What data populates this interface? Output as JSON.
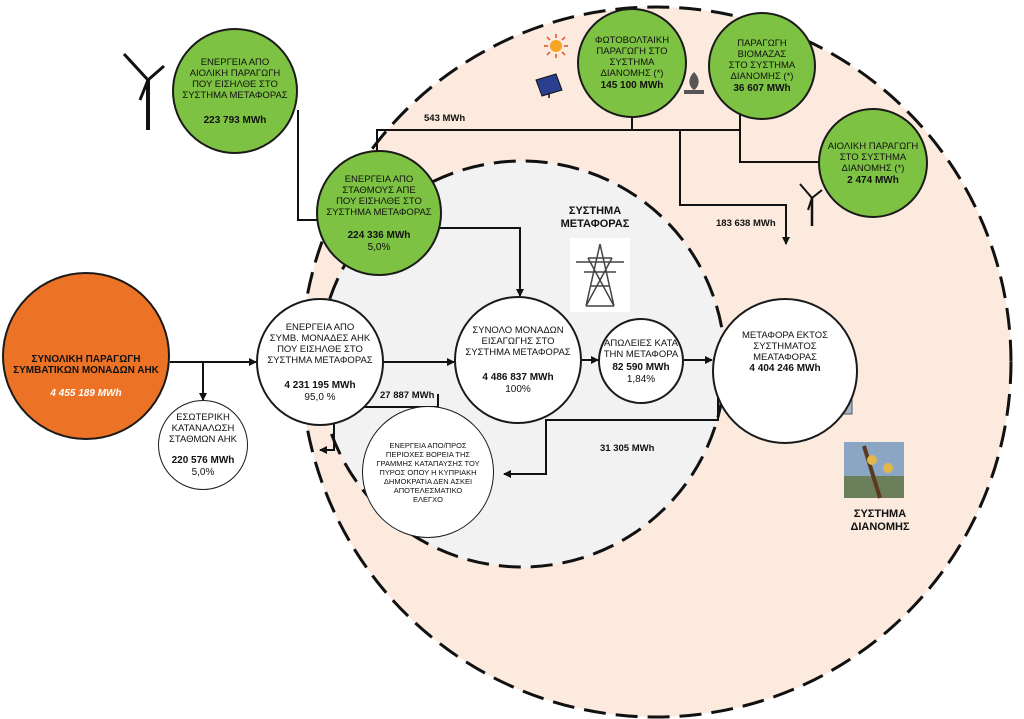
{
  "regions": {
    "transmission": [
      "ΣΥΣΤΗΜΑ",
      "ΜΕΤΑΦΟΡΑΣ"
    ],
    "distribution": [
      "ΣΥΣΤΗΜΑ",
      "ΔΙΑΝΟΜΗΣ"
    ]
  },
  "nodes": {
    "wind_transmission": {
      "lines": [
        "ΕΝΕΡΓΕΙΑ ΑΠΟ",
        "ΑΙΟΛΙΚΗ ΠΑΡΑΓΩΓΗ",
        "ΠΟΥ ΕΙΣΗΛΘΕ ΣΤΟ",
        "ΣΥΣΤΗΜΑ ΜΕΤΑΦΟΡΑΣ"
      ],
      "value": "223 793 MWh"
    },
    "stations_transmission": {
      "lines": [
        "ΕΝΕΡΓΕΙΑ ΑΠΟ",
        "ΣΤΑΘΜΟΥΣ ΑΠΕ",
        "ΠΟΥ ΕΙΣΗΛΘΕ ΣΤΟ",
        "ΣΥΣΤΗΜΑ ΜΕΤΑΦΟΡΑΣ"
      ],
      "value": "224 336 MWh",
      "percent": "5,0%"
    },
    "pv_distribution": {
      "lines": [
        "ΦΩΤΟΒΟΛΤΑΙΚΗ",
        "ΠΑΡΑΓΩΓΗ ΣΤΟ",
        "ΣΥΣΤΗΜΑ",
        "ΔΙΑΝΟΜΗΣ (*)"
      ],
      "value": "145 100 MWh"
    },
    "biomass_distribution": {
      "lines": [
        "ΠΑΡΑΓΩΓΗ",
        "ΒΙΟΜΑΖΑΣ",
        "ΣΤΟ ΣΥΣΤΗΜΑ",
        "ΔΙΑΝΟΜΗΣ (*)"
      ],
      "value": "36 607 MWh"
    },
    "wind_distribution": {
      "lines": [
        "ΑΙΟΛΙΚΗ ΠΑΡΑΓΩΓΗ",
        "ΣΤΟ ΣΥΣΤΗΜΑ",
        "ΔΙΑΝΟΜΗΣ (*)"
      ],
      "value": "2 474 MWh"
    },
    "conventional_total": {
      "lines": [
        "ΣΥΝΟΛΙΚΗ ΠΑΡΑΓΩΓΗ",
        "ΣΥΜΒΑΤΙΚΩΝ ΜΟΝΑΔΩΝ ΑΗΚ"
      ],
      "value": "4 455 189 MWh"
    },
    "conventional_transmission": {
      "lines": [
        "ΕΝΕΡΓΕΙΑ ΑΠΟ",
        "ΣΥΜΒ. ΜΟΝΑΔΕΣ ΑΗΚ",
        "ΠΟΥ ΕΙΣΗΛΘΕ ΣΤΟ",
        "ΣΥΣΤΗΜΑ ΜΕΤΑΦΟΡΑΣ"
      ],
      "value": "4 231 195 MWh",
      "percent": "95,0 %"
    },
    "total_import": {
      "lines": [
        "ΣΥΝΟΛΟ ΜΟΝΑΔΩΝ",
        "ΕΙΣΑΓΩΓΗΣ ΣΤΟ",
        "ΣΥΣΤΗΜΑ ΜΕΤΑΦΟΡΑΣ"
      ],
      "value": "4 486 837 MWh",
      "percent": "100%"
    },
    "losses": {
      "lines": [
        "ΑΠΩΛΕΙΕΣ ΚΑΤΑ",
        "ΤΗΝ ΜΕΤΑΦΟΡΑ"
      ],
      "value": "82 590 MWh",
      "percent": "1,84%"
    },
    "export": {
      "lines": [
        "ΜΕΤΑΦΟΡΑ ΕΚΤΟΣ",
        "ΣΥΣΤΗΜΑΤΟΣ",
        "ΜΕΑΤΑΦΟΡΑΣ"
      ],
      "value": "4 404 246 MWh"
    },
    "internal": {
      "lines": [
        "ΕΣΩΤΕΡΙΚΗ",
        "ΚΑΤΑΝΑΛΩΣΗ",
        "ΣΤΑΘΜΩΝ ΑΗΚ"
      ],
      "value": "220 576 MWh",
      "percent": "5,0%"
    },
    "north_areas": {
      "lines": [
        "ΕΝΕΡΓΕΙΑ ΑΠΟ/ΠΡΟΣ",
        "ΠΕΡΙΟΧΕΣ ΒΟΡΕΙΑ ΤΗΣ",
        "ΓΡΑΜΜΗΣ ΚΑΤΑΠΑΥΣΗΣ ΤΟΥ",
        "ΠΥΡΟΣ ΟΠΟΥ Η ΚΥΠΡΙΑΚΗ",
        "ΔΗΜΟΚΡΑΤΙΑ ΔΕΝ ΑΣΚΕΙ",
        "ΑΠΟΤΕΛΕΣΜΑΤΙΚΟ",
        "ΕΛΕΓΧΟ"
      ]
    }
  },
  "flows": {
    "f543": "543 MWh",
    "f183638": "183 638 MWh",
    "f27887": "27 887 MWh",
    "f31305": "31 305 MWh"
  },
  "colors": {
    "renewable": "#7dc242",
    "conventional": "#ec7326",
    "distribution_area": "#fbeadd",
    "transmission_area": "#f2f2f2"
  },
  "icons": [
    "wind-turbine-icon",
    "sun-icon",
    "solar-panel-icon",
    "flame-icon",
    "factory-icon",
    "pylon-icon",
    "house-icon",
    "building-icon",
    "linemen-icon"
  ]
}
